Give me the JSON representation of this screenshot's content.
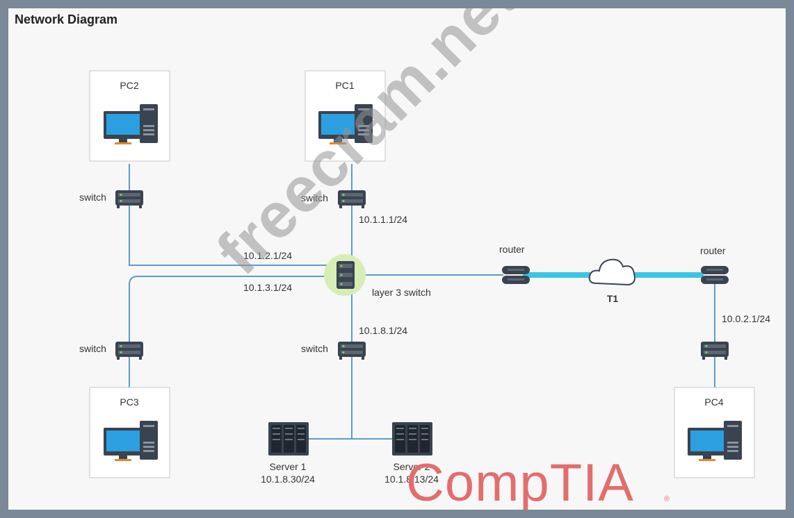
{
  "title": "Network Diagram",
  "devices": {
    "pc1": "PC1",
    "pc2": "PC2",
    "pc3": "PC3",
    "pc4": "PC4",
    "switch_pc2": "switch",
    "switch_pc1": "switch",
    "switch_pc3": "switch",
    "switch_servers": "switch",
    "layer3_switch": "layer 3 switch",
    "router_left": "router",
    "router_right": "router",
    "wan_link": "T1",
    "server1_name": "Server 1",
    "server1_ip": "10.1.8.30/24",
    "server2_name": "Server 2",
    "server2_ip": "10.1.8.13/24"
  },
  "ips": {
    "vlan1": "10.1.1.1/24",
    "vlan2": "10.1.2.1/24",
    "vlan3": "10.1.3.1/24",
    "vlan8": "10.1.8.1/24",
    "remote": "10.0.2.1/24"
  },
  "watermark": "freecram.net",
  "brand": "CompTIA",
  "brand_mark": "®",
  "colors": {
    "link": "#5a9ec3",
    "wan_link": "#39c6e6",
    "monitor": "#2b9fe0",
    "device_dark": "#3a4350",
    "highlight": "#d8edb5",
    "brand": "#e36d6d"
  }
}
